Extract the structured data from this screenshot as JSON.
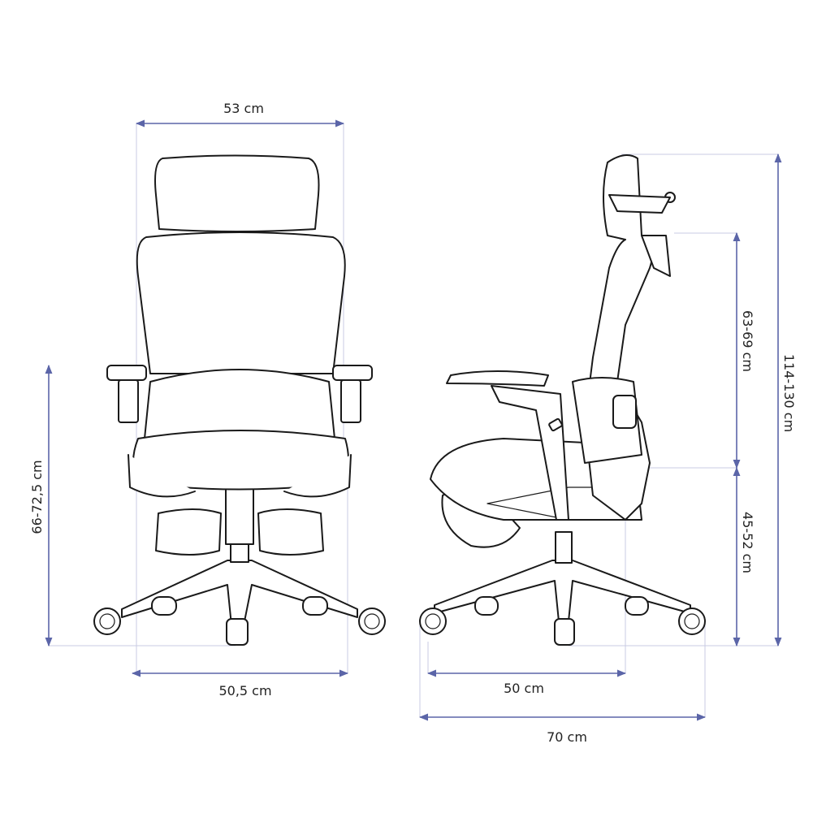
{
  "colors": {
    "dimension_line": "#5b65a8",
    "extension_line": "#c9cbe3",
    "drawing": "#1a1a1a"
  },
  "front_view": {
    "top_width": "53 cm",
    "base_width": "50,5 cm",
    "armrest_height": "66-72,5 cm"
  },
  "side_view": {
    "seat_depth": "50 cm",
    "total_depth": "70 cm",
    "total_height": "114-130 cm",
    "backrest_height": "63-69 cm",
    "seat_height": "45-52 cm"
  }
}
